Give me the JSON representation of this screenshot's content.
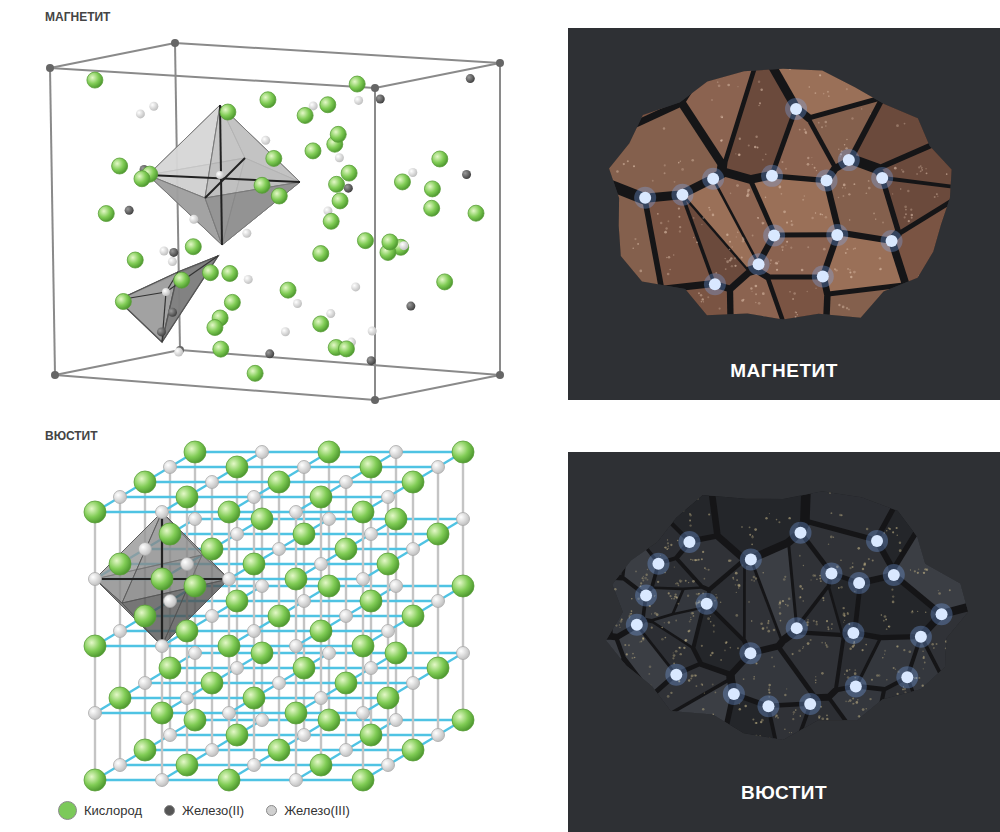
{
  "diagram": {
    "nodes": [
      {
        "text": [
          "МАГНЕТИТ"
        ]
      },
      {
        "text": [
          "ВЮСТИТ"
        ]
      }
    ],
    "labels": [
      "МАГНЕТИТ",
      "ВЮСТИТ"
    ],
    "legend": [
      {
        "text": "Кислород",
        "color": "#7cc95a"
      },
      {
        "text": "Железо(II)",
        "color": "#555555"
      },
      {
        "text": "Железо(III)",
        "color": "#d0d0d0"
      }
    ]
  }
}
